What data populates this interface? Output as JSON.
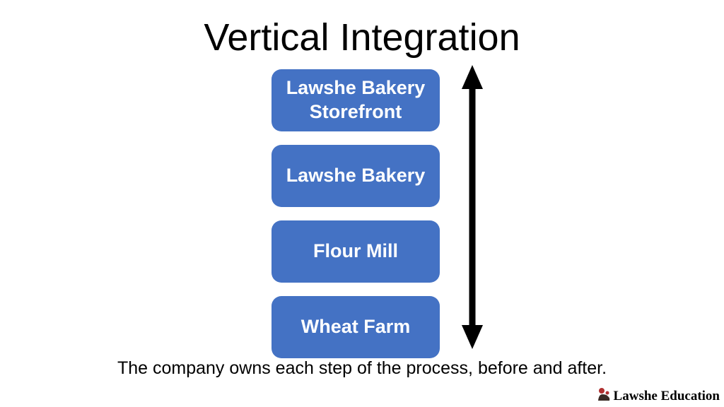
{
  "slide": {
    "title": "Vertical Integration",
    "boxes": [
      {
        "label": "Lawshe Bakery Storefront"
      },
      {
        "label": "Lawshe Bakery"
      },
      {
        "label": "Flour Mill"
      },
      {
        "label": "Wheat Farm"
      }
    ],
    "caption": "The company owns each step of the process, before and after.",
    "logo": {
      "text": "Lawshe Education"
    },
    "icons": {
      "arrow": "vertical-double-arrow",
      "logo_icon": "lawshe-mascot-icon"
    },
    "colors": {
      "box_fill": "#4472C4",
      "box_text": "#FFFFFF",
      "arrow": "#000000",
      "background": "#FFFFFF",
      "title_text": "#000000"
    }
  }
}
